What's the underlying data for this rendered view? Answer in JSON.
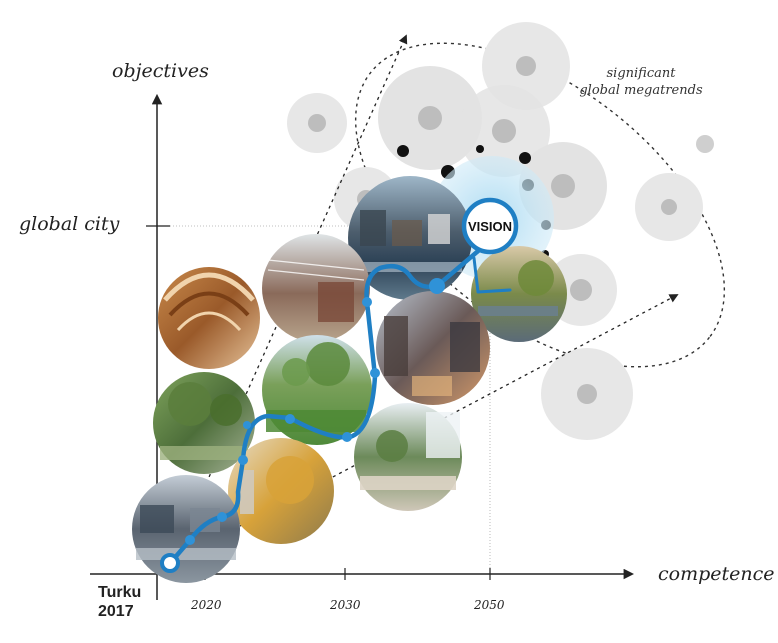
{
  "labels": {
    "y_axis": "objectives",
    "x_axis": "competence",
    "global_city": "global city",
    "start_city": "Turku",
    "start_year": "2017",
    "megatrends_line1": "significant",
    "megatrends_line2": "global megatrends",
    "vision": "VISION"
  },
  "x_ticks": [
    "2020",
    "2030",
    "2050"
  ],
  "colors": {
    "path": "#1f7fc4",
    "vision_glow": "#bfe3f5",
    "trend_circle": "#e7e7e7",
    "trend_core": "#bdbdbd",
    "black_dot": "#111111",
    "axis": "#222222"
  },
  "photo_circles": [
    {
      "name": "wooden-pavilion-photo",
      "theme": "wood"
    },
    {
      "name": "covered-plaza-photo",
      "theme": "glass"
    },
    {
      "name": "harbor-waterfront-photo",
      "theme": "water"
    },
    {
      "name": "green-street-photo",
      "theme": "green"
    },
    {
      "name": "park-lawn-photo",
      "theme": "park"
    },
    {
      "name": "city-street-dusk-photo",
      "theme": "dusk"
    },
    {
      "name": "riverside-trees-photo",
      "theme": "river"
    },
    {
      "name": "autumn-park-photo",
      "theme": "autumn"
    },
    {
      "name": "market-square-photo",
      "theme": "square"
    },
    {
      "name": "turku-street-photo",
      "theme": "street"
    }
  ]
}
